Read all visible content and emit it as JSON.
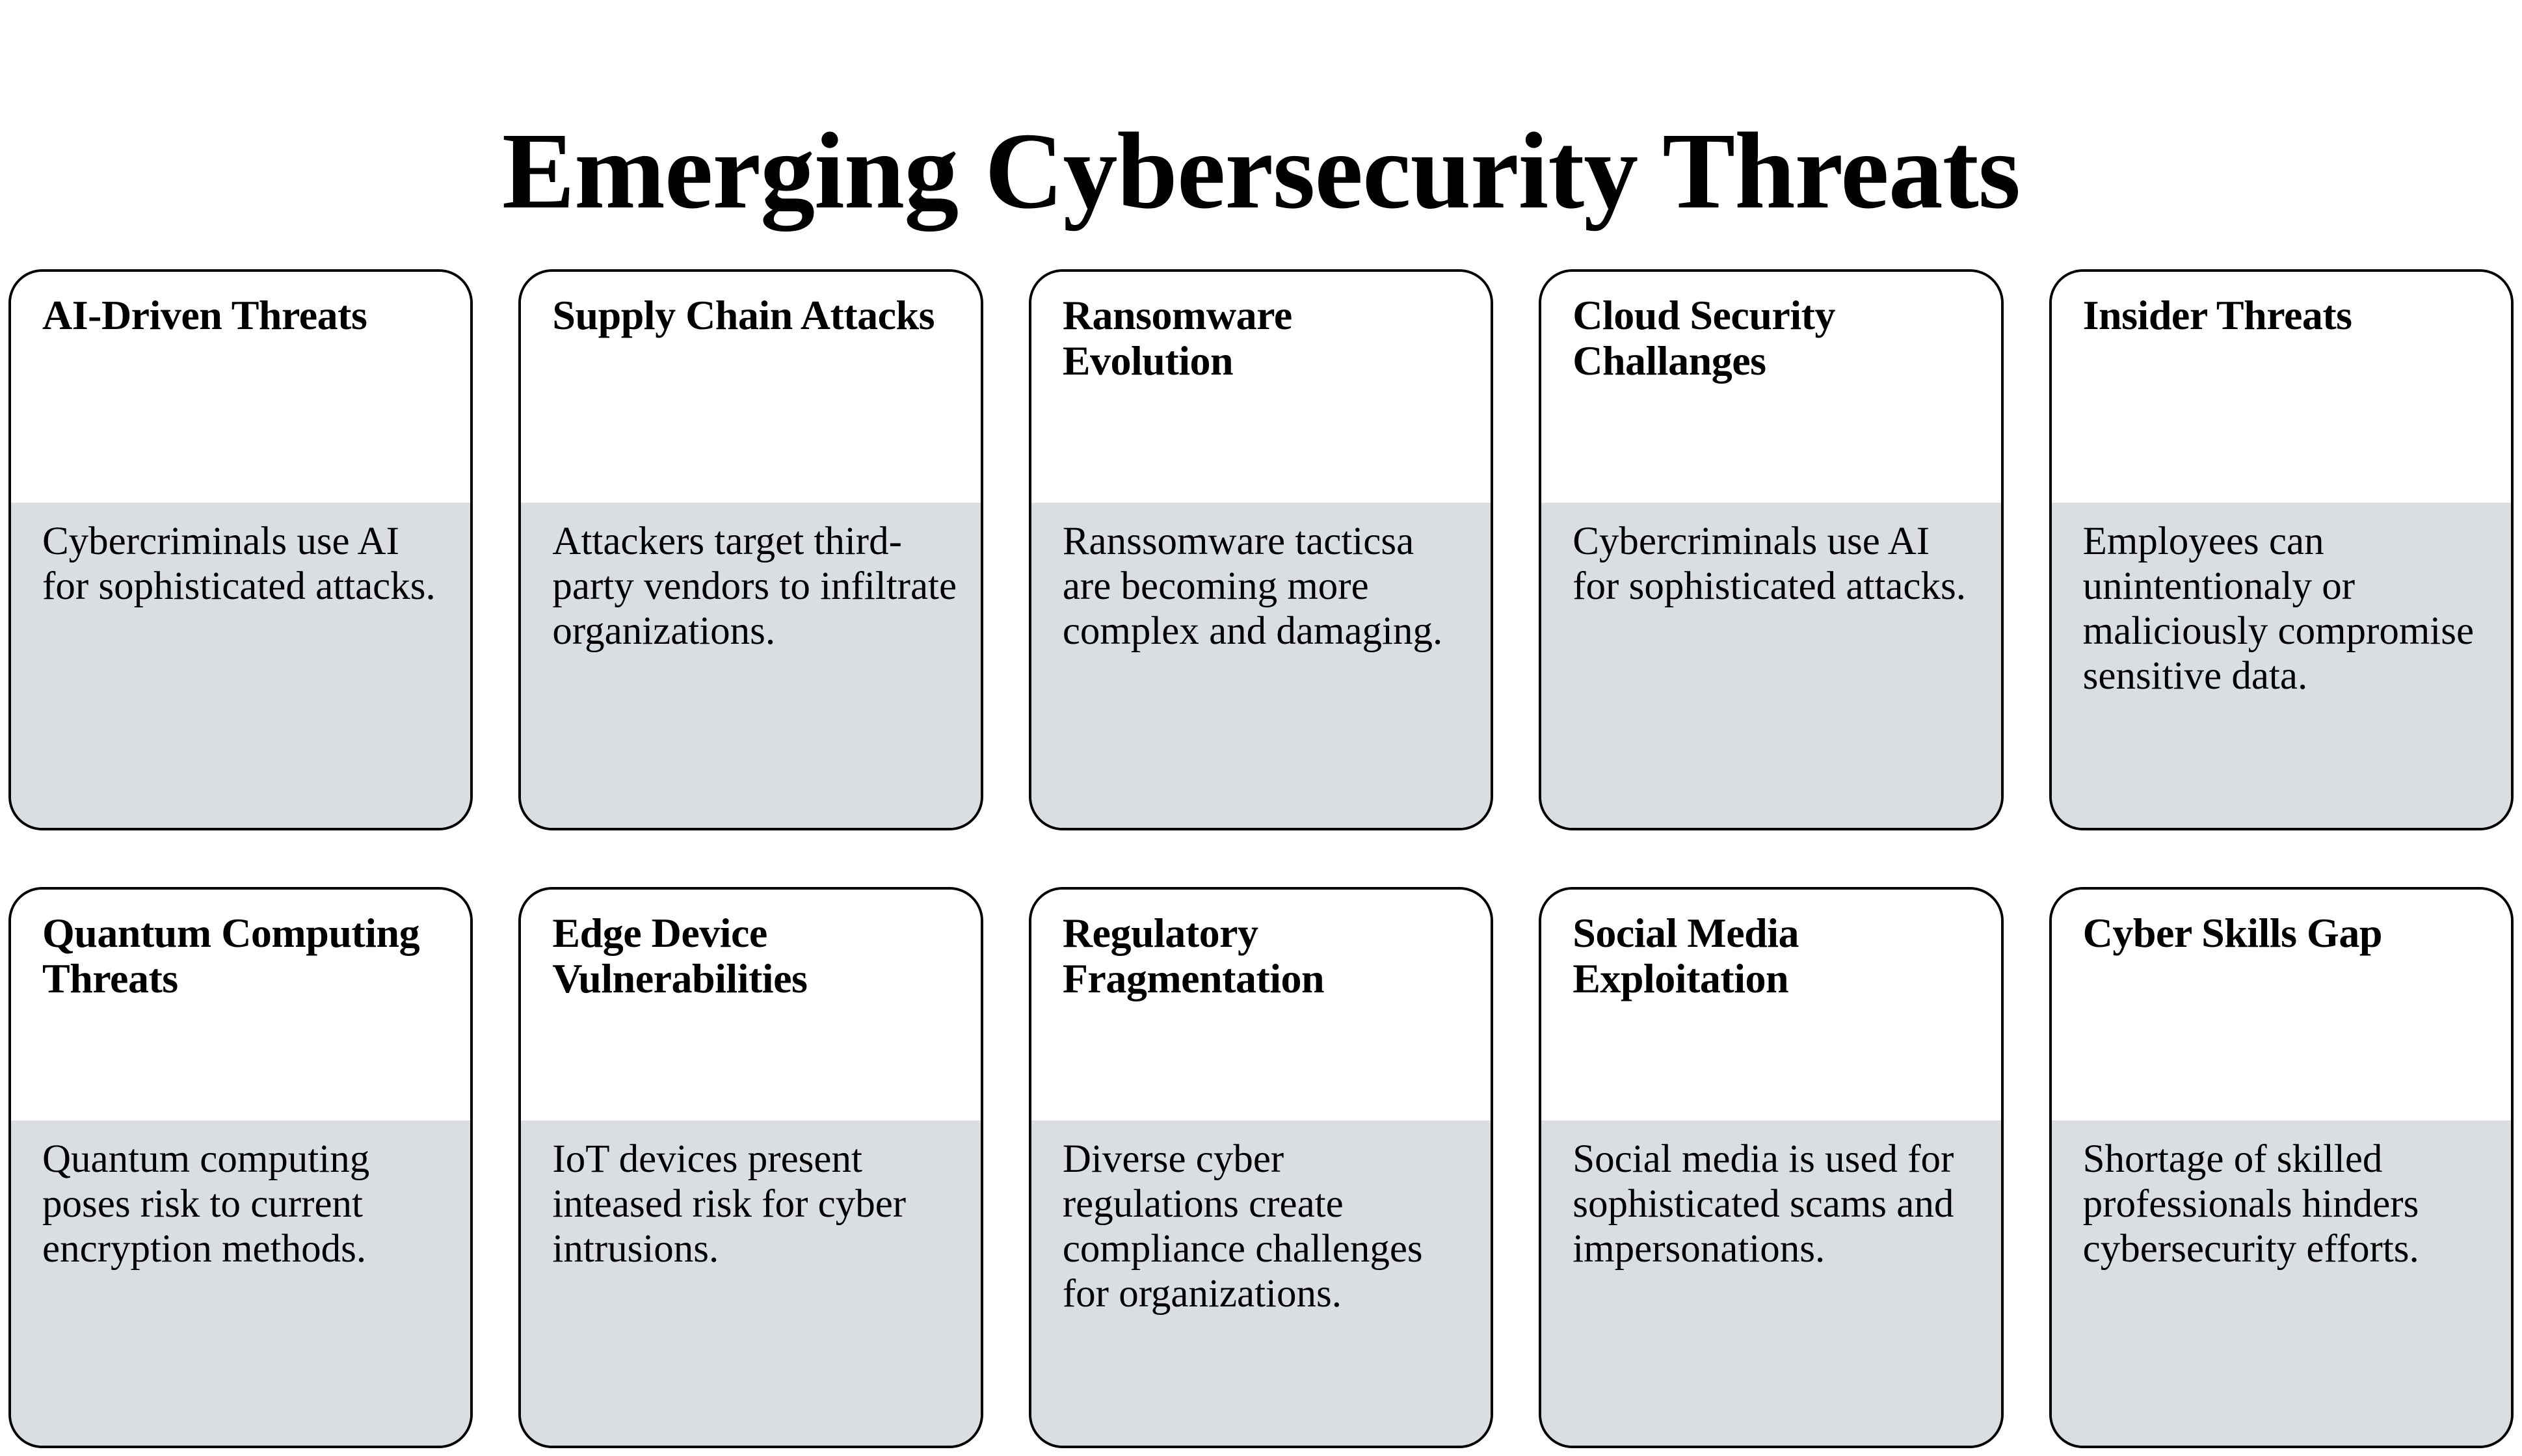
{
  "page": {
    "title": "Emerging Cybersecurity Threats",
    "background_color": "#ffffff",
    "card_border_color": "#000000",
    "card_header_color": "#ffffff",
    "card_body_color": "#dadee2",
    "text_color": "#000000"
  },
  "cards": [
    {
      "title": "AI-Driven Threats",
      "description": "Cybercriminals use AI for sophisticated attacks."
    },
    {
      "title": "Supply Chain Attacks",
      "description": "Attackers target third-party vendors to infiltrate organizations."
    },
    {
      "title": "Ransomware Evolution",
      "description": "Ranssomware tacticsa are becoming more complex and damaging."
    },
    {
      "title": "Cloud Security Challanges",
      "description": "Cybercriminals use AI for sophisticated attacks."
    },
    {
      "title": "Insider Threats",
      "description": "Employees can unintentionaly or maliciously compromise sensitive data."
    },
    {
      "title": "Quantum Computing Threats",
      "description": "Quantum computing poses risk to current encryption methods."
    },
    {
      "title": "Edge Device Vulnerabilities",
      "description": "IoT devices present inteased risk for cyber intrusions."
    },
    {
      "title": "Regulatory Fragmentation",
      "description": "Diverse cyber regulations create compliance challenges for organizations."
    },
    {
      "title": "Social Media Exploitation",
      "description": "Social media is used for sophisticated scams and impersonations."
    },
    {
      "title": "Cyber Skills Gap",
      "description": "Shortage of skilled professionals hinders cybersecurity efforts."
    }
  ]
}
